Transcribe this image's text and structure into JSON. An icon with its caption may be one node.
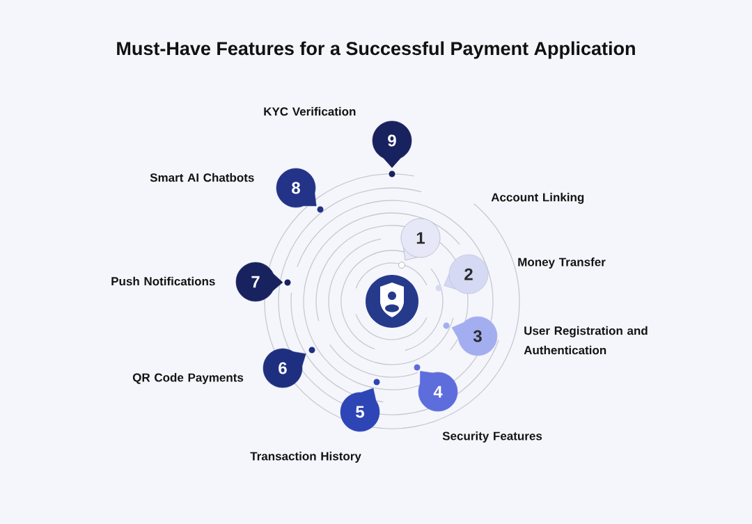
{
  "diagram": {
    "title": "Must-Have Features for a Successful Payment Application",
    "nodes": [
      {
        "text": [
          "1"
        ]
      },
      {
        "text": [
          "2"
        ],
        "beside": [
          "Money Transfer"
        ]
      },
      {
        "text": [
          "3"
        ],
        "beside": [
          "User Registration and Authentication"
        ]
      },
      {
        "text": [
          "4"
        ],
        "beside": [
          "Security Features"
        ]
      },
      {
        "text": [
          "5"
        ],
        "beside": [
          "Transaction History"
        ]
      },
      {
        "text": [
          "6"
        ],
        "beside": [
          "QR Code Payments"
        ]
      },
      {
        "text": [
          "7"
        ],
        "beside": [
          "Push Notifications"
        ]
      },
      {
        "text": [
          "8"
        ],
        "beside": [
          "Smart AI Chatbots"
        ]
      },
      {
        "text": [
          "9"
        ],
        "beside": [
          "KYC Verification"
        ]
      }
    ],
    "labels": [
      "Account Linking"
    ]
  }
}
